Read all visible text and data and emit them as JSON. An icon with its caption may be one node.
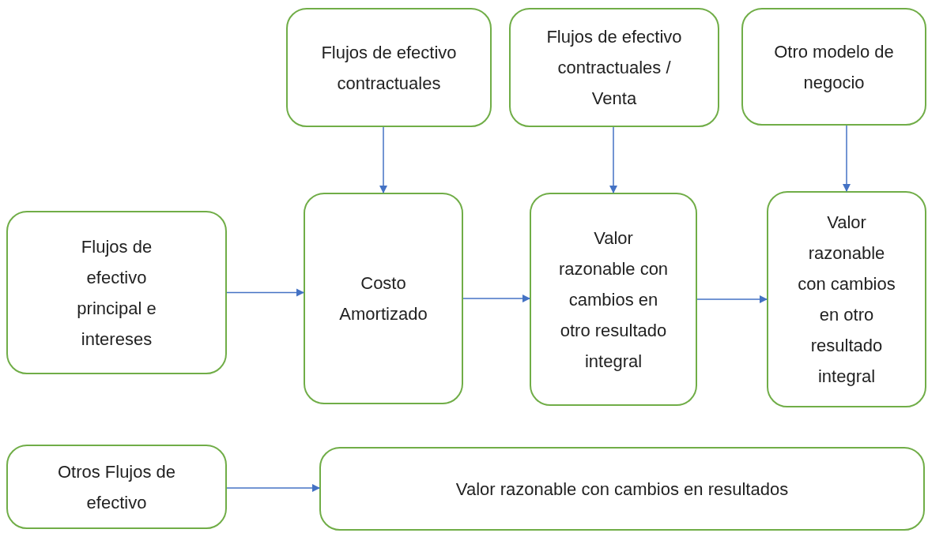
{
  "diagram": {
    "nodes": [
      {
        "text": [
          "Flujos de efectivo contractuales"
        ]
      },
      {
        "text": [
          "Flujos de efectivo contractuales / Venta"
        ]
      },
      {
        "text": [
          "Otro modelo de negocio"
        ]
      },
      {
        "text": [
          "Flujos de efectivo principal e intereses"
        ]
      },
      {
        "text": [
          "Costo Amortizado"
        ]
      },
      {
        "text": [
          "Valor razonable con cambios en otro resultado integral"
        ]
      },
      {
        "text": [
          "Valor razonable con cambios en otro resultado integral"
        ]
      },
      {
        "text": [
          "Otros Flujos de efectivo"
        ]
      },
      {
        "text": [
          "Valor razonable con cambios en resultados"
        ]
      }
    ],
    "edges": [
      {
        "from": 0,
        "to": 4,
        "arrow": "to"
      },
      {
        "from": 1,
        "to": 5,
        "arrow": "to"
      },
      {
        "from": 2,
        "to": 6,
        "arrow": "to"
      },
      {
        "from": 3,
        "to": 4,
        "arrow": "to"
      },
      {
        "from": 4,
        "to": 5,
        "arrow": "to"
      },
      {
        "from": 5,
        "to": 6,
        "arrow": "to"
      },
      {
        "from": 7,
        "to": 8,
        "arrow": "to"
      }
    ]
  }
}
